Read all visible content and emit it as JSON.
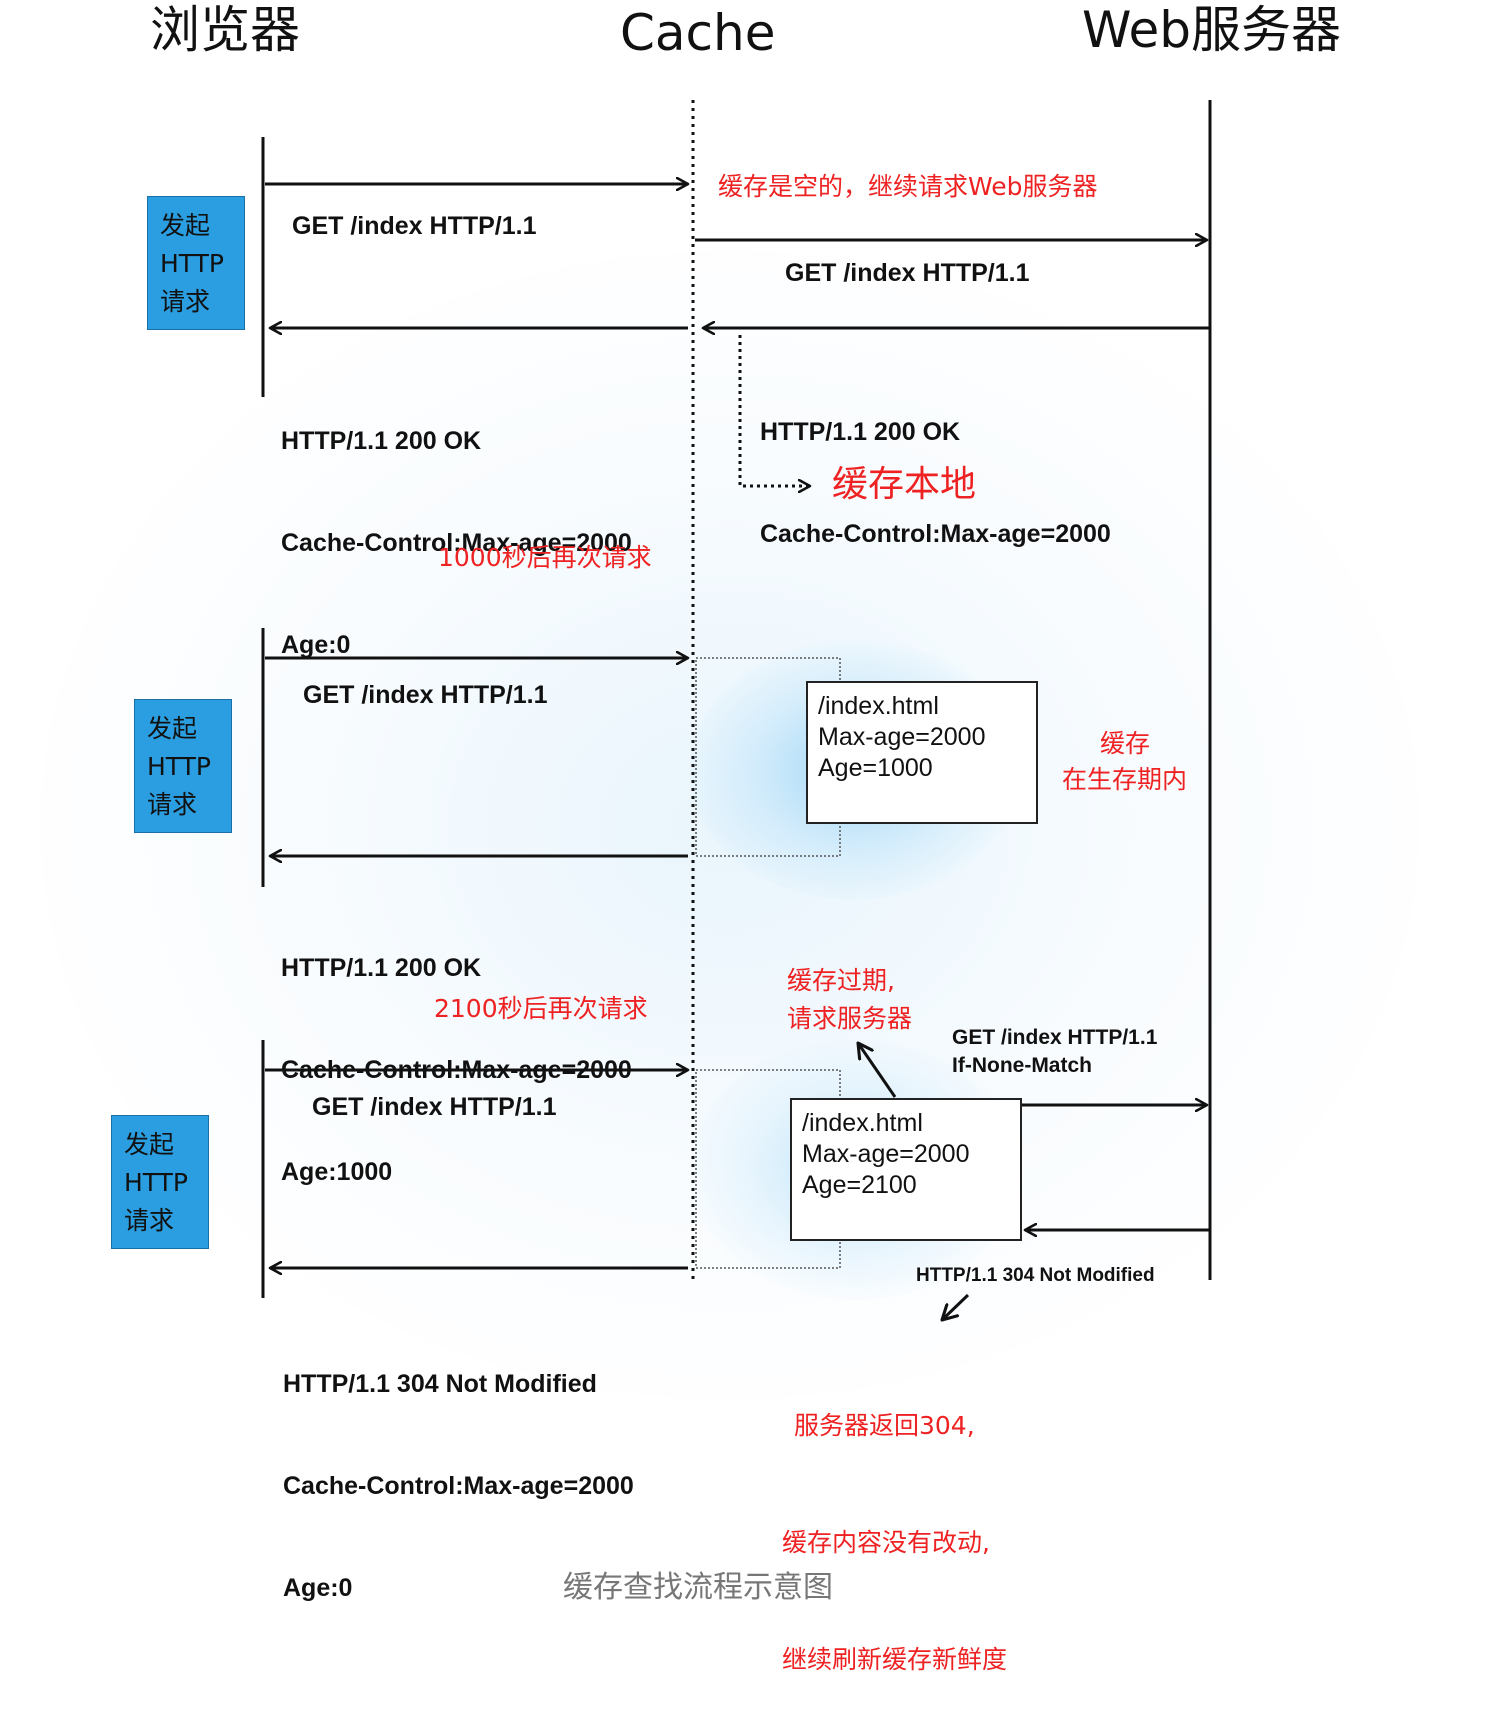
{
  "headers": {
    "browser": "浏览器",
    "cache": "Cache",
    "server": "Web服务器"
  },
  "badge": [
    "发起",
    "HTTP",
    "请求"
  ],
  "request_line": "GET /index HTTP/1.1",
  "step1": {
    "cache_note": "缓存是空的，继续请求Web服务器",
    "to_server": "GET /index HTTP/1.1",
    "server_response": [
      "HTTP/1.1 200 OK",
      "Cache-Control:Max-age=2000"
    ],
    "store_note": "缓存本地",
    "browser_response": [
      "HTTP/1.1 200 OK",
      "Cache-Control:Max-age=2000",
      "Age:0"
    ]
  },
  "delay1": "1000秒后再次请求",
  "step2": {
    "card": [
      "/index.html",
      "Max-age=2000",
      "Age=1000"
    ],
    "note": [
      "缓存",
      "在生存期内"
    ],
    "browser_response": [
      "HTTP/1.1 200 OK",
      "Cache-Control:Max-age=2000",
      "Age:1000"
    ]
  },
  "delay2": "2100秒后再次请求",
  "step3": {
    "expired_note": [
      "缓存过期,",
      "请求服务器"
    ],
    "to_server": [
      "GET /index HTTP/1.1",
      "If-None-Match"
    ],
    "card": [
      "/index.html",
      "Max-age=2000",
      "Age=2100"
    ],
    "server_response": "HTTP/1.1 304 Not Modified",
    "server_note": [
      "服务器返回304,",
      "缓存内容没有改动,",
      "继续刷新缓存新鲜度"
    ],
    "browser_response": [
      "HTTP/1.1 304 Not Modified",
      "Cache-Control:Max-age=2000",
      "Age:0"
    ]
  },
  "caption": "缓存查找流程示意图"
}
